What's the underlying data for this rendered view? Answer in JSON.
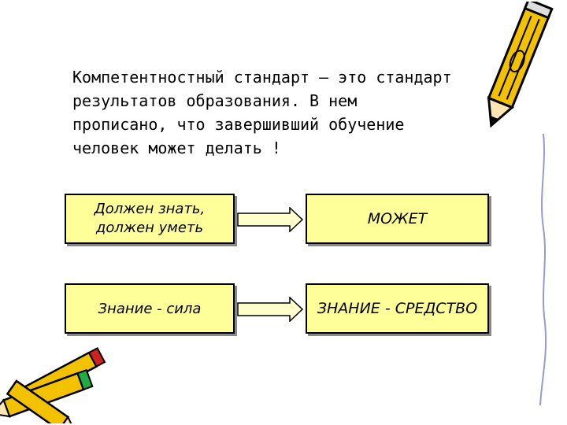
{
  "intro": {
    "text": "Компетентностный стандарт – это стандарт\nрезультатов образования. В нем\nпрописано, что завершивший обучение\nчеловек может делать !"
  },
  "rows": [
    {
      "from": "Должен знать,\nдолжен уметь",
      "to": "МОЖЕТ"
    },
    {
      "from": "Знание - сила",
      "to": "ЗНАНИЕ - СРЕДСТВО"
    }
  ],
  "colors": {
    "box_fill": "#ffff99",
    "arrow_fill": "#ffffcc",
    "pencil_yellow": "#f2c200",
    "vline": "#9999cc"
  },
  "icons": [
    "pencil-icon",
    "pencils-icon"
  ]
}
